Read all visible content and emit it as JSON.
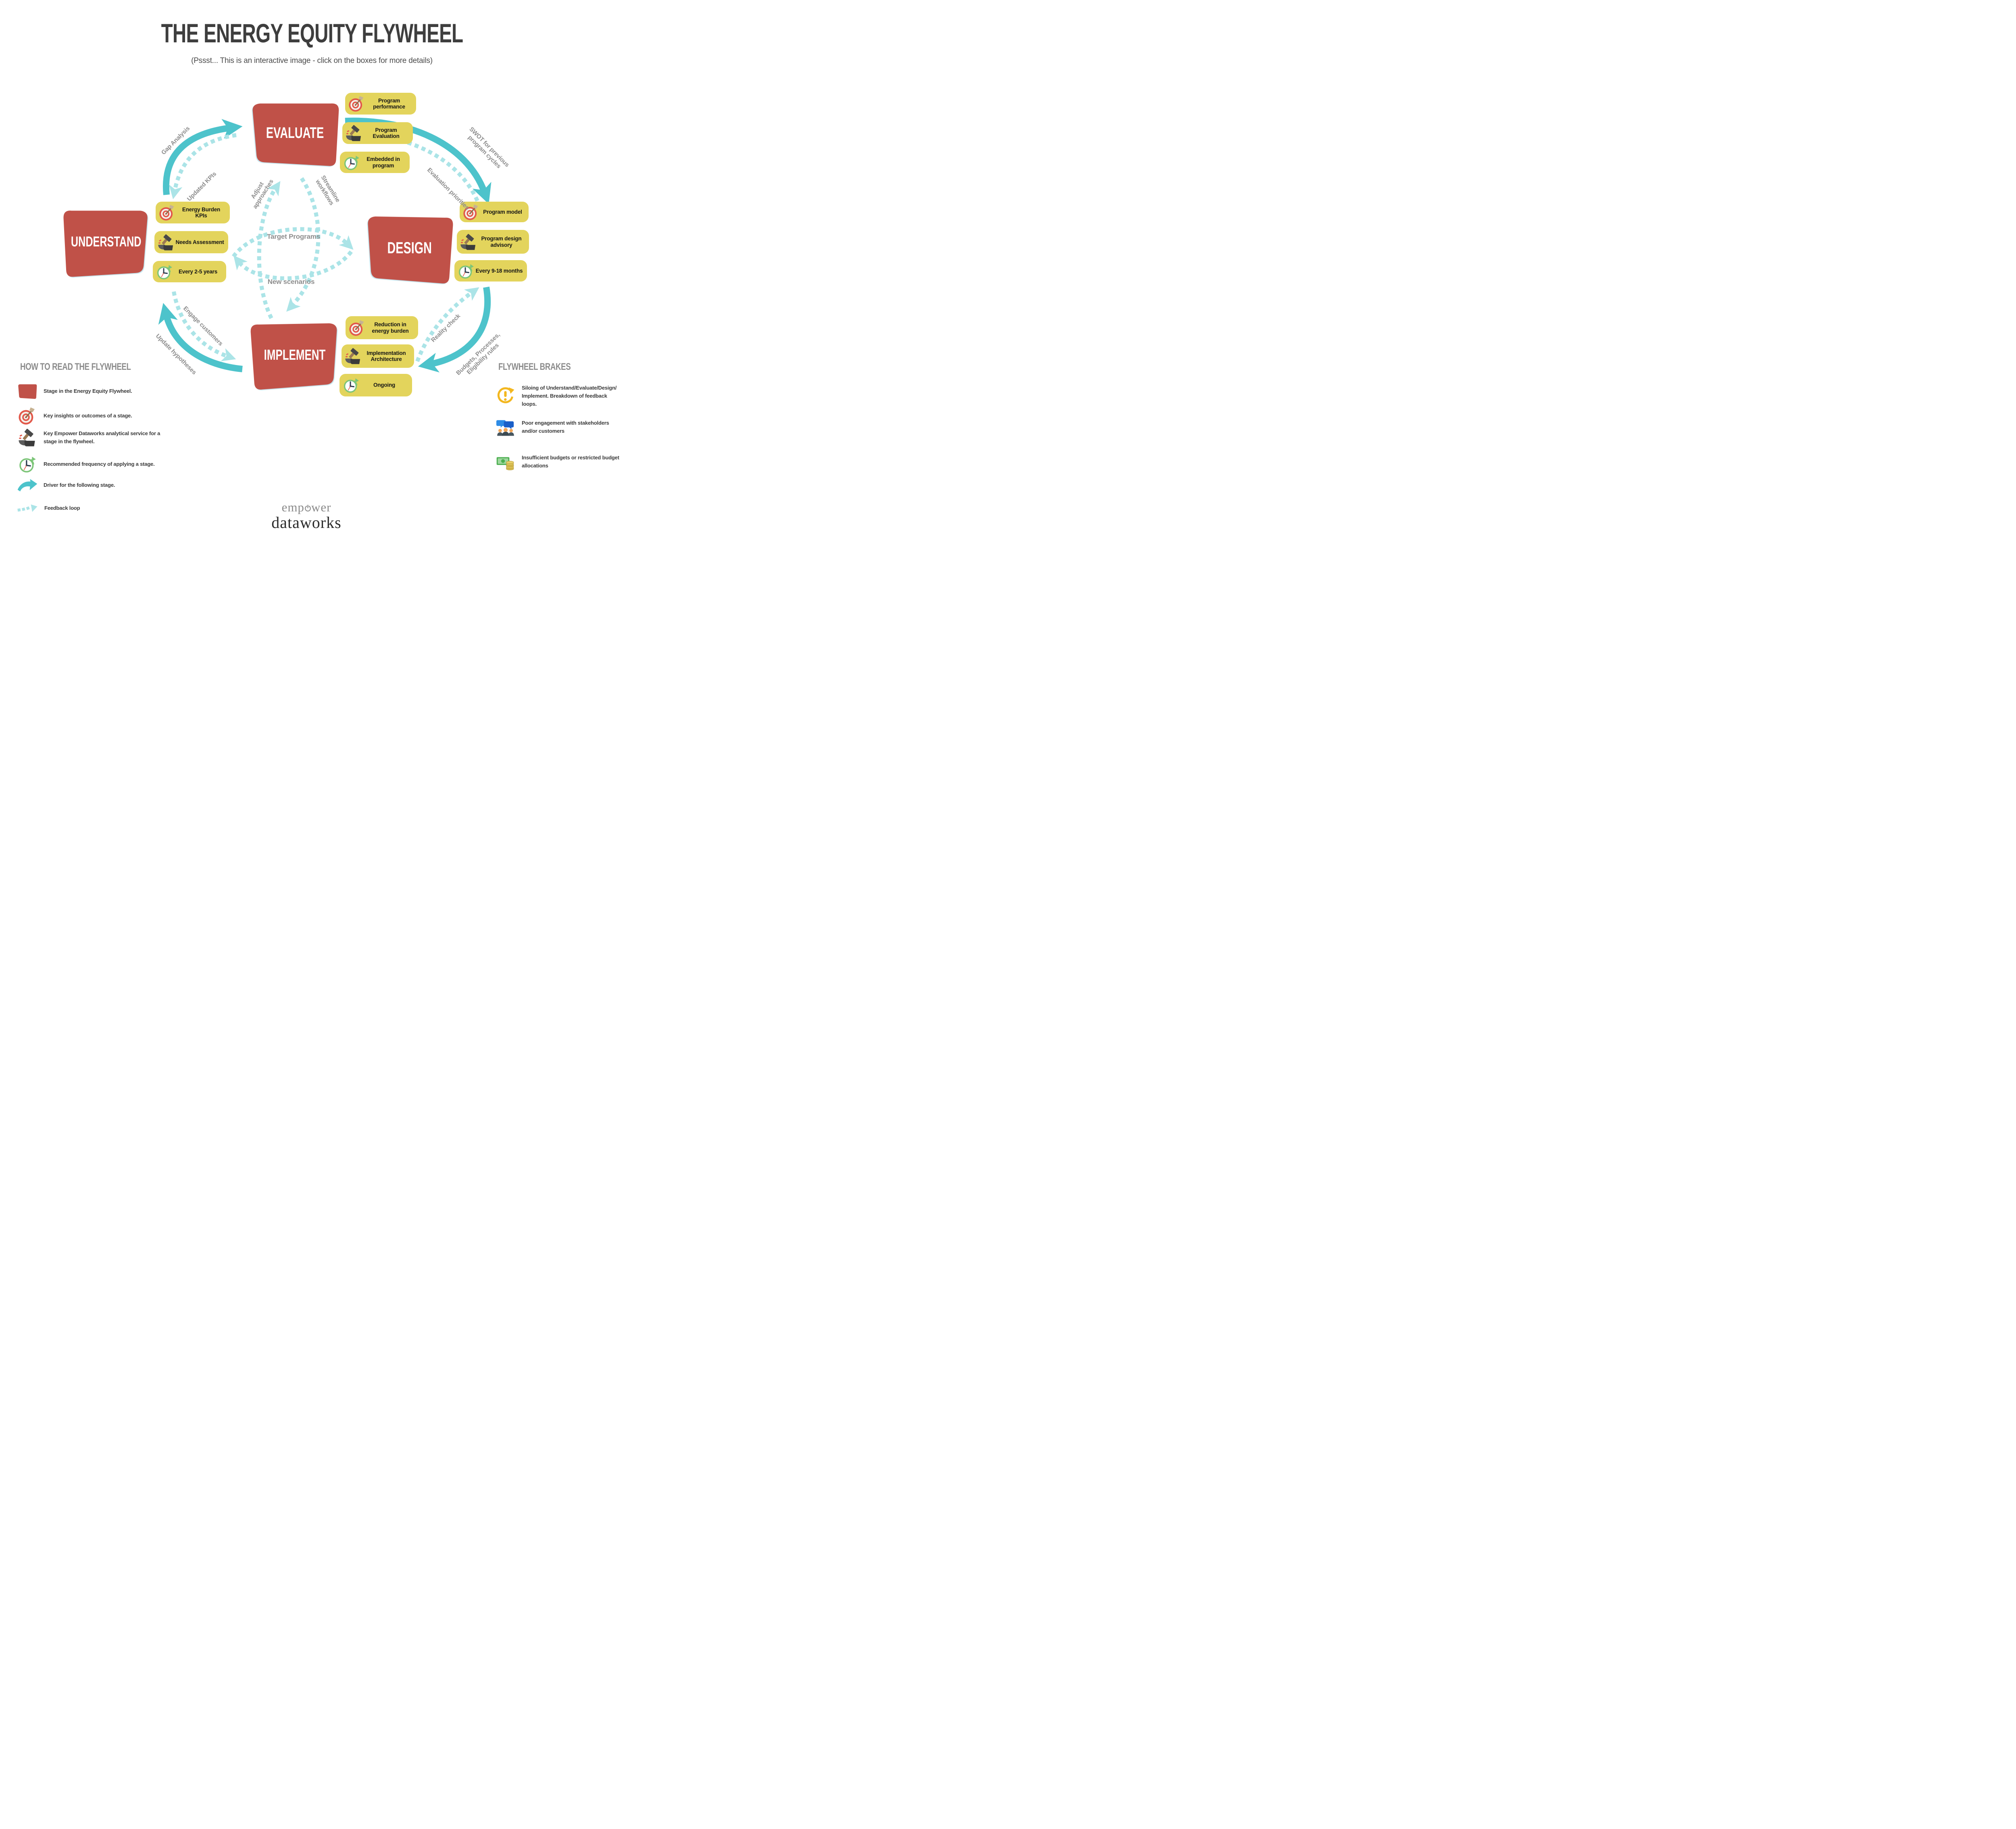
{
  "title": "THE ENERGY EQUITY FLYWHEEL",
  "subtitle": "(Pssst... This is an interactive image - click on the boxes for more details)",
  "stages": [
    {
      "name": "EVALUATE",
      "boxes": [
        {
          "icon": "target-icon",
          "text": "Program performance"
        },
        {
          "icon": "gavel-icon",
          "text": "Program Evaluation"
        },
        {
          "icon": "clock-icon",
          "text": "Embedded in program"
        }
      ]
    },
    {
      "name": "DESIGN",
      "boxes": [
        {
          "icon": "target-icon",
          "text": "Program model"
        },
        {
          "icon": "gavel-icon",
          "text": "Program design advisory"
        },
        {
          "icon": "clock-icon",
          "text": "Every 9-18 months"
        }
      ]
    },
    {
      "name": "IMPLEMENT",
      "boxes": [
        {
          "icon": "target-icon",
          "text": "Reduction in energy burden"
        },
        {
          "icon": "gavel-icon",
          "text": "Implementation Architecture"
        },
        {
          "icon": "clock-icon",
          "text": "Ongoing"
        }
      ]
    },
    {
      "name": "UNDERSTAND",
      "boxes": [
        {
          "icon": "target-icon",
          "text": "Energy Burden KPIs"
        },
        {
          "icon": "gavel-icon",
          "text": "Needs Assessment"
        },
        {
          "icon": "clock-icon",
          "text": "Every 2-5 years"
        }
      ]
    }
  ],
  "drivers": [
    {
      "label": "Gap Analysis",
      "from": "Understand",
      "to": "Evaluate"
    },
    {
      "label": "SWOT for previous program cycles",
      "from": "Evaluate",
      "to": "Design"
    },
    {
      "label": "Budgets, Processes, Eligibility rules",
      "from": "Design",
      "to": "Implement"
    },
    {
      "label": "Update hypotheses",
      "from": "Implement",
      "to": "Understand"
    }
  ],
  "feedback": [
    {
      "label": "Updated KPIs",
      "from": "Evaluate",
      "to": "Understand"
    },
    {
      "label": "Evaluation priorities",
      "from": "Design",
      "to": "Evaluate"
    },
    {
      "label": "Reality check",
      "from": "Implement",
      "to": "Design"
    },
    {
      "label": "Engage customers",
      "from": "Understand",
      "to": "Implement"
    },
    {
      "label": "Target Programs",
      "from": "Understand",
      "to": "Design"
    },
    {
      "label": "New scenarios",
      "from": "Design",
      "to": "Understand"
    },
    {
      "label": "Adjust approaches",
      "from": "Implement",
      "to": "Evaluate"
    },
    {
      "label": "Streamline workflows",
      "from": "Evaluate",
      "to": "Implement"
    }
  ],
  "how_to_read": {
    "title": "HOW TO READ THE FLYWHEEL",
    "items": [
      {
        "icon": "stage-shape-icon",
        "text": "Stage in the Energy Equity Flywheel."
      },
      {
        "icon": "target-icon",
        "text": "Key insights or outcomes of a stage."
      },
      {
        "icon": "gavel-icon",
        "text": "Key Empower Dataworks analytical service for a stage in the flywheel."
      },
      {
        "icon": "clock-icon",
        "text": "Recommended frequency of applying a stage."
      },
      {
        "icon": "driver-arrow-icon",
        "text": "Driver for the following stage."
      },
      {
        "icon": "feedback-arrow-icon",
        "text": "Feedback loop"
      }
    ]
  },
  "brakes": {
    "title": "FLYWHEEL BRAKES",
    "items": [
      {
        "icon": "siloing-icon",
        "text": "Siloing of Understand/Evaluate/Design/ Implement. Breakdown of feedback loops."
      },
      {
        "icon": "stakeholders-icon",
        "text": "Poor engagement with stakeholders and/or customers"
      },
      {
        "icon": "budget-icon",
        "text": "Insufficient budgets or restricted budget allocations"
      }
    ]
  },
  "logo": {
    "word1_pre": "emp",
    "word1_post": "wer",
    "word2": "dataworks"
  },
  "colors": {
    "stage_red": "#c05148",
    "box_yellow": "#e3d45c",
    "driver_teal": "#4dc3cb",
    "feedback_teal": "#abe4e7",
    "label_gray": "#8d8d8d",
    "title_dark": "#3e3e3e"
  }
}
